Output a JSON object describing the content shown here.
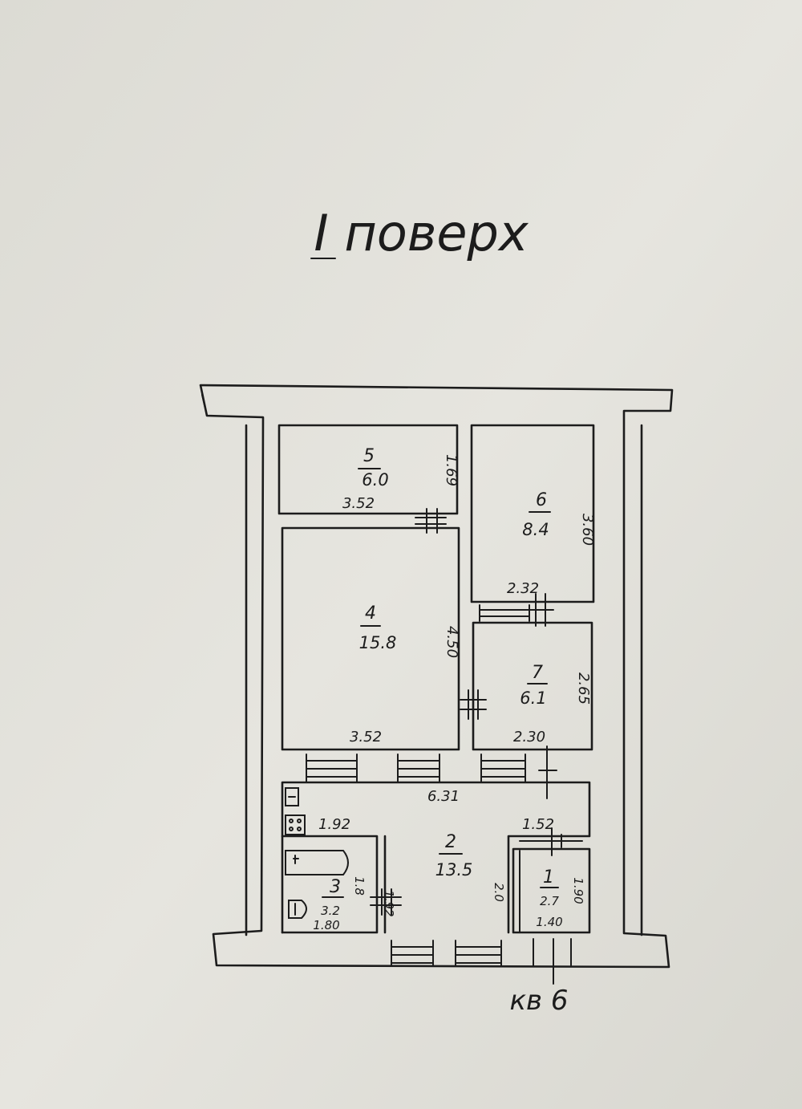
{
  "floor_label": "I поверх",
  "apartment_label": "кв 6",
  "rooms": [
    {
      "number": "5",
      "area": "6.0",
      "dims": [
        "3.52",
        "1.69"
      ]
    },
    {
      "number": "6",
      "area": "8.4",
      "dims": [
        "2.32",
        "3.60"
      ]
    },
    {
      "number": "4",
      "area": "15.8",
      "dims": [
        "3.52",
        "4.50"
      ]
    },
    {
      "number": "7",
      "area": "6.1",
      "dims": [
        "2.30",
        "2.65"
      ]
    },
    {
      "number": "2",
      "area": "13.5",
      "dims": [
        "6.31",
        "1.92",
        "1.52",
        "2.0"
      ]
    },
    {
      "number": "3",
      "area": "3.2",
      "dims": [
        "1.80",
        "1.8",
        "1.92"
      ]
    },
    {
      "number": "1",
      "area": "2.7",
      "dims": [
        "1.40",
        "1.90"
      ]
    }
  ],
  "colors": {
    "paper": "#e4e3dd",
    "ink": "#1c1c1c"
  }
}
